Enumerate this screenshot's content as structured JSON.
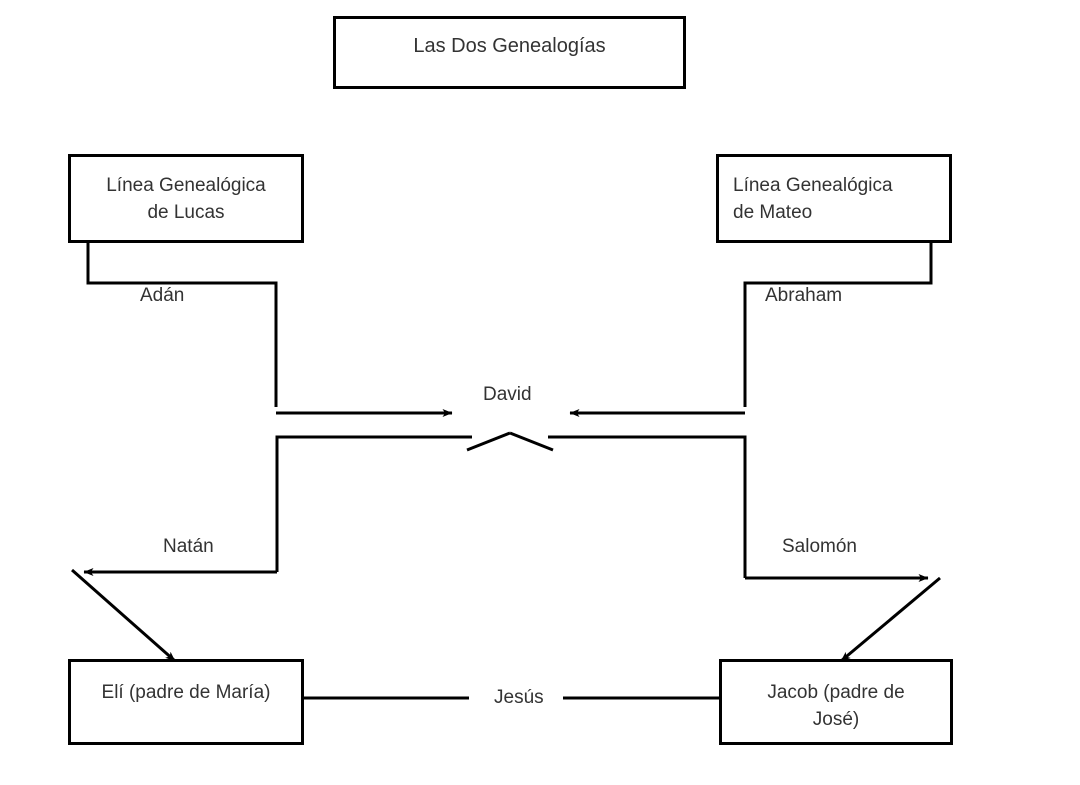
{
  "diagram": {
    "title": "Las Dos Genealogías",
    "background_color": "#ffffff",
    "line_color": "#000000",
    "text_color": "#333333",
    "boxes": {
      "title": "Las Dos Genealogías",
      "lucas": "Línea Genealógica\nde Lucas",
      "mateo": "Línea Genealógica\nde Mateo",
      "eli": "Elí (padre de María)",
      "jacob": "Jacob (padre de\nJosé)"
    },
    "edge_labels": {
      "adan": "Adán",
      "abraham": "Abraham",
      "david": "David",
      "natan": "Natán",
      "salomon": "Salomón",
      "jesus": "Jesús"
    }
  }
}
